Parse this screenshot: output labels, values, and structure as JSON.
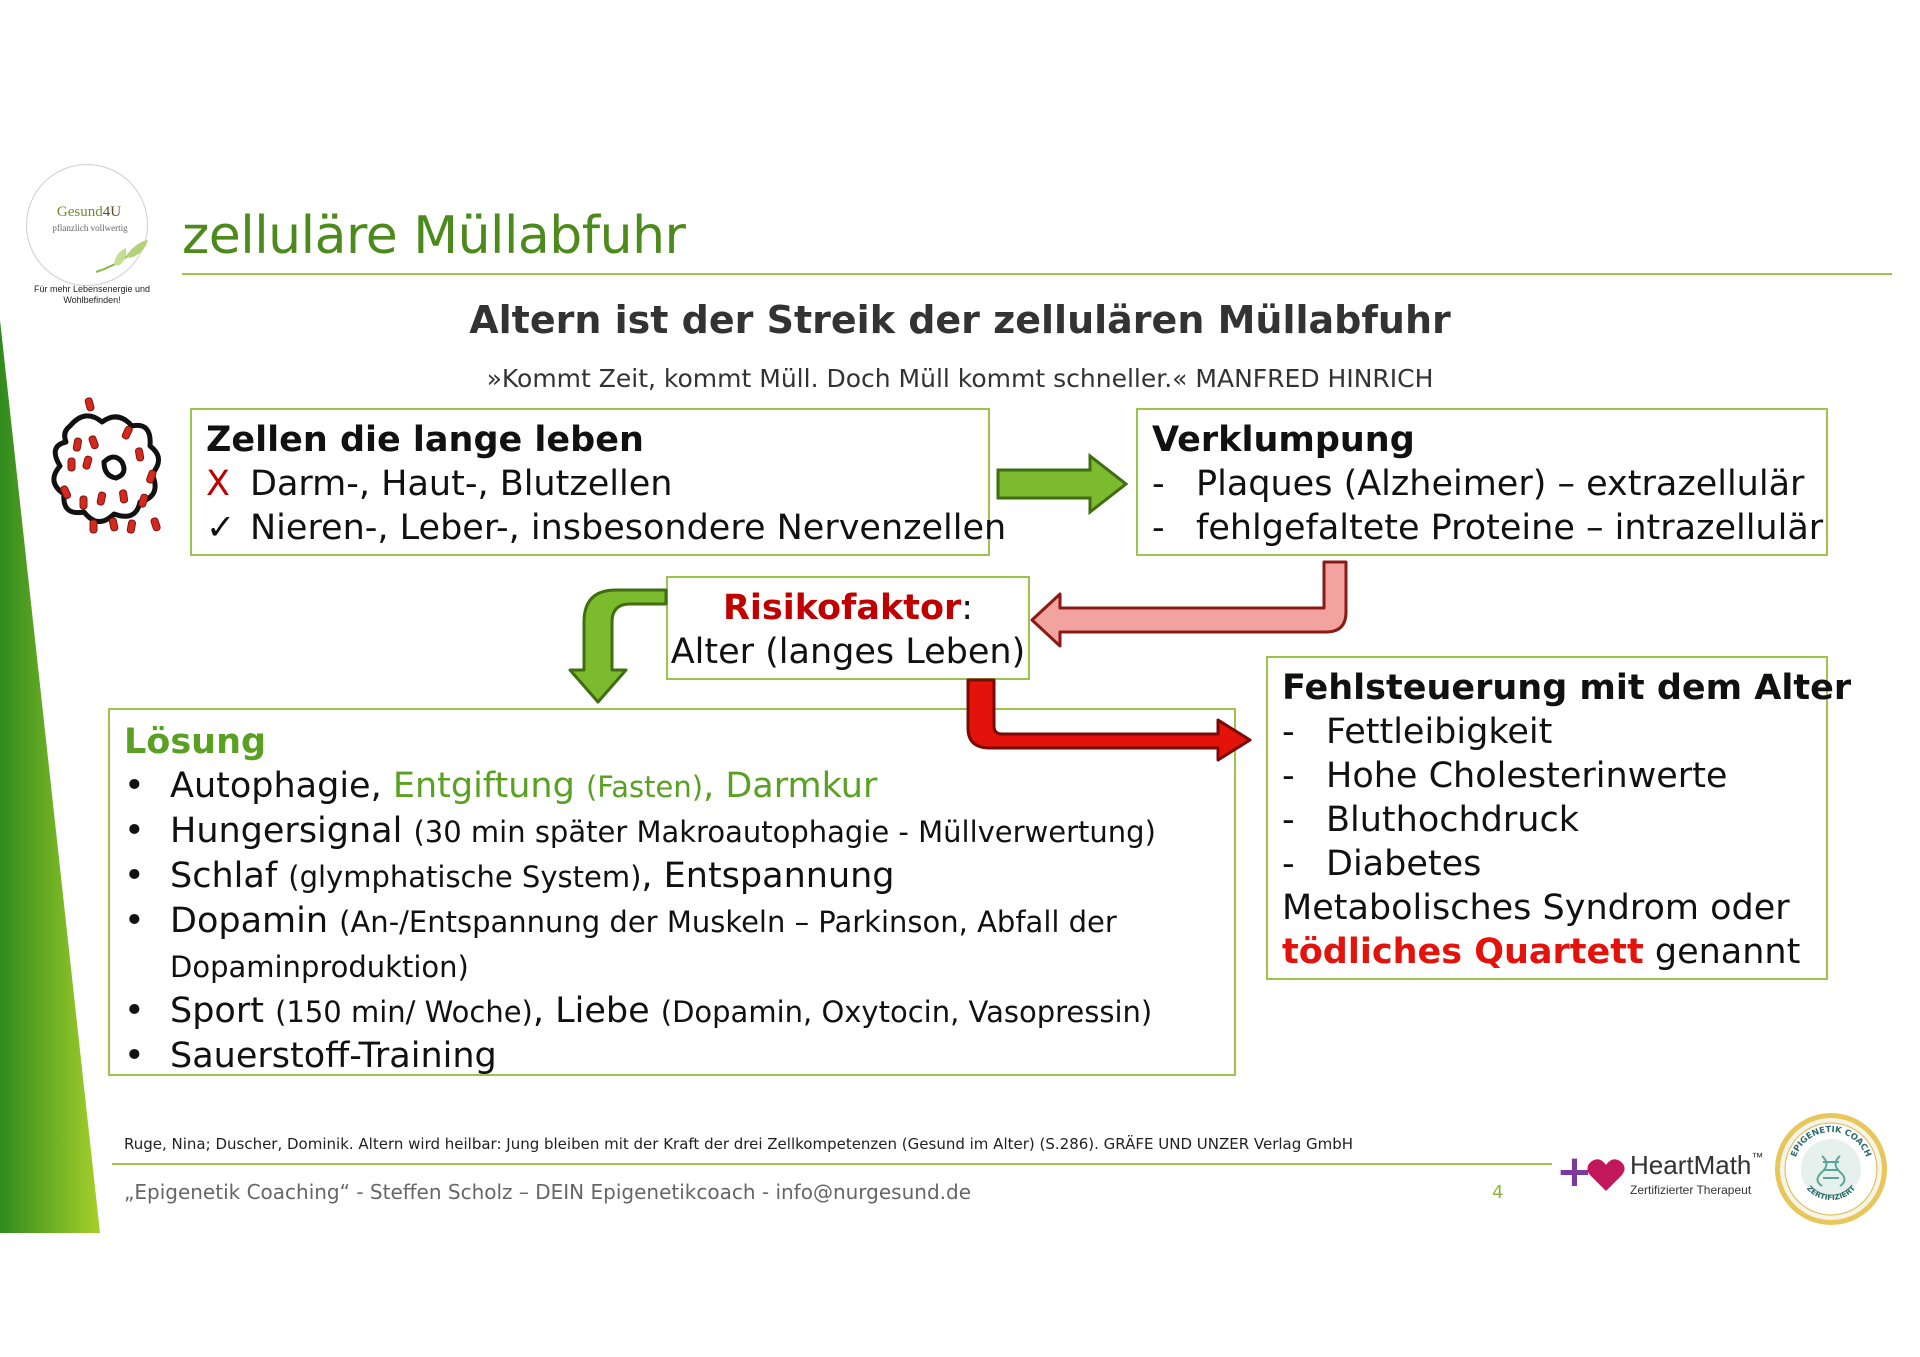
{
  "logo": {
    "name_part1": "Gesund",
    "name_part2": "4U",
    "sub": "pflanzlich vollwertig",
    "claim_line1": "Für mehr Lebensenergie und",
    "claim_line2": "Wohlbefinden!"
  },
  "page_title": "zelluläre Müllabfuhr",
  "subtitle": "Altern ist der Streik der zellulären Müllabfuhr",
  "quote": "»Kommt Zeit, kommt Müll. Doch Müll kommt schneller.« MANFRED HINRICH",
  "cells_box": {
    "title": "Zellen die lange leben",
    "item1_mark": "X",
    "item1_text": "Darm-, Haut-, Blutzellen",
    "item2_mark": "✓",
    "item2_text": "Nieren-, Leber-, insbesondere Nervenzellen"
  },
  "clump_box": {
    "title": "Verklumpung",
    "item1": "Plaques (Alzheimer) – extrazellulär",
    "item2": "fehlgefaltete Proteine – intrazellulär",
    "dash": "-"
  },
  "risk_box": {
    "label": "Risikofaktor",
    "colon": ":",
    "text": "Alter (langes Leben)"
  },
  "solution_box": {
    "title": "Lösung",
    "bullet": "•",
    "line1_a": "Autophagie, ",
    "line1_b": "Entgiftung ",
    "line1_c": "(Fasten)",
    "line1_d": ", Darmkur",
    "line2_a": "Hungersignal ",
    "line2_b": "(30 min später Makroautophagie - Müllverwertung)",
    "line3_a": "Schlaf ",
    "line3_b": "(glymphatische System)",
    "line3_c": ", Entspannung",
    "line4_a": "Dopamin ",
    "line4_b": "(An-/Entspannung der Muskeln – Parkinson, Abfall der",
    "line4_c": "Dopaminproduktion)",
    "line5_a": "Sport ",
    "line5_b": "(150 min/ Woche)",
    "line5_c": ", Liebe ",
    "line5_d": "(Dopamin, Oxytocin, Vasopressin)",
    "line6": "Sauerstoff-Training"
  },
  "misreg_box": {
    "title": "Fehlsteuerung mit dem Alter",
    "dash": "-",
    "item1": "Fettleibigkeit",
    "item2": "Hohe Cholesterinwerte",
    "item3": "Bluthochdruck",
    "item4": "Diabetes",
    "line5": "Metabolisches Syndrom oder",
    "line6_red": "tödliches Quartett",
    "line6_rest": " genannt"
  },
  "footnote": "Ruge, Nina; Duscher, Dominik. Altern wird heilbar: Jung bleiben mit der Kraft der drei Zellkompetenzen (Gesund im Alter) (S.286). GRÄFE UND UNZER Verlag GmbH",
  "footer": "„Epigenetik Coaching“ - Steffen Scholz – DEIN Epigenetikcoach - info@nurgesund.de",
  "page_number": "4",
  "heartmath": {
    "plus": "+",
    "name": "HeartMath",
    "tm": "™",
    "sub": "Zertifizierter Therapeut"
  },
  "seal": {
    "top_text": "EPIGENETIK COACH",
    "bottom_text": "ZERTIFIZIERT"
  },
  "colors": {
    "brand_green": "#4d8a1c",
    "box_border": "#9cc34b",
    "arrow_green": "#7dbb2e",
    "arrow_pink": "#f2a3a0",
    "arrow_red": "#e3120b",
    "accent_red": "#c00000"
  }
}
